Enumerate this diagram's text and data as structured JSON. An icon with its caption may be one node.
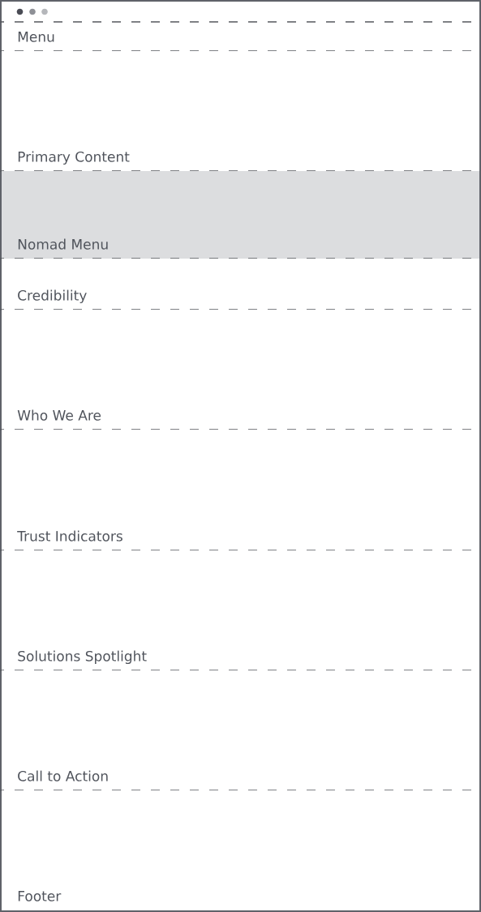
{
  "diagram": {
    "nodes": [
      {
        "text": [],
        "shape": "box"
      },
      {
        "text": [
          "Menu"
        ],
        "in": 0
      },
      {
        "text": [
          "Primary Content"
        ],
        "in": 0
      },
      {
        "text": [
          "Nomad Menu"
        ],
        "in": 0
      },
      {
        "text": [
          "Credibility"
        ],
        "in": 0
      },
      {
        "text": [
          "Who We Are"
        ],
        "in": 0
      },
      {
        "text": [
          "Trust Indicators"
        ],
        "in": 0
      },
      {
        "text": [
          "Solutions Spotlight"
        ],
        "in": 0
      },
      {
        "text": [
          "Call to Action"
        ],
        "in": 0
      },
      {
        "text": [
          "Footer"
        ],
        "in": 0
      }
    ]
  }
}
